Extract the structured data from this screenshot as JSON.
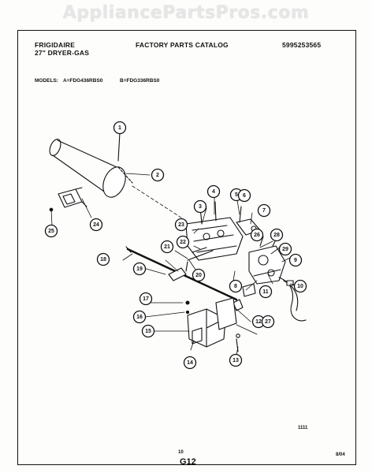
{
  "watermark": "AppliancePartsPros.com",
  "header": {
    "brand": "FRIGIDAIRE",
    "product": "27\" DRYER-GAS",
    "catalog_title": "FACTORY PARTS CATALOG",
    "catalog_number": "5995253565"
  },
  "models": {
    "label": "MODELS:",
    "model_a": "A=FDG436RBS0",
    "model_b": "B=FDG336RBS0"
  },
  "footer": {
    "code": "1111",
    "page_number": "10",
    "section": "G12",
    "date": "8/04"
  },
  "callouts": [
    "1",
    "2",
    "3",
    "4",
    "5",
    "6",
    "7",
    "8",
    "9",
    "10",
    "11",
    "12",
    "13",
    "14",
    "15",
    "16",
    "17",
    "18",
    "19",
    "20",
    "21",
    "22",
    "23",
    "24",
    "25",
    "26",
    "27",
    "28",
    "29"
  ]
}
